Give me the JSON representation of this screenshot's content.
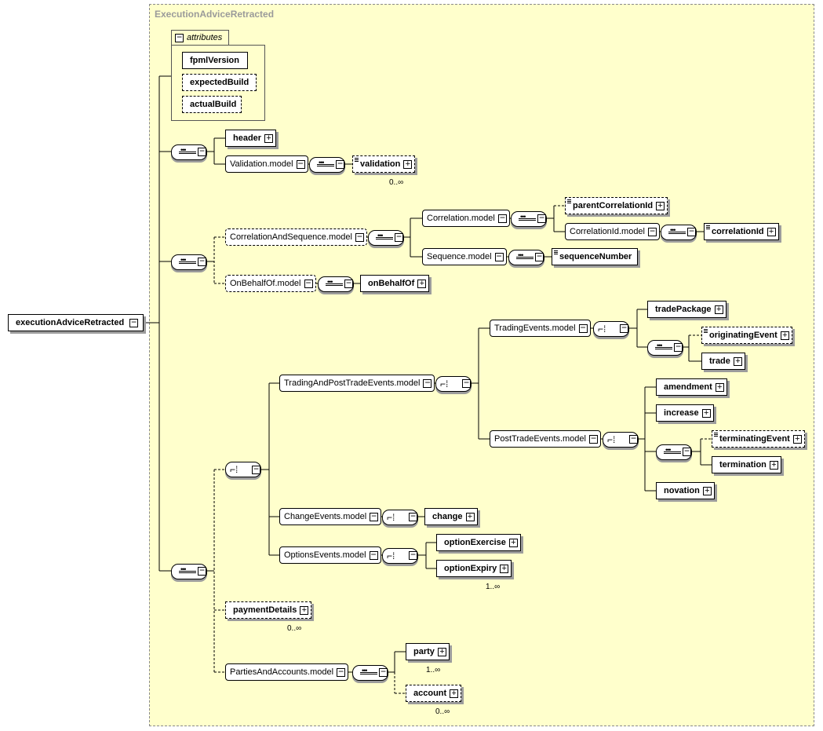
{
  "panel_title": "ExecutionAdviceRetracted",
  "root": "executionAdviceRetracted",
  "attributes": {
    "label": "attributes",
    "items": [
      "fpmlVersion",
      "expectedBuild",
      "actualBuild"
    ]
  },
  "elements": {
    "header": "header",
    "validation_model": "Validation.model",
    "validation": "validation",
    "correlation_and_sequence_model": "CorrelationAndSequence.model",
    "correlation_model": "Correlation.model",
    "parent_correlation_id": "parentCorrelationId",
    "correlation_id_model": "CorrelationId.model",
    "correlation_id": "correlationId",
    "sequence_model": "Sequence.model",
    "sequence_number": "sequenceNumber",
    "on_behalf_of_model": "OnBehalfOf.model",
    "on_behalf_of": "onBehalfOf",
    "trading_and_post_trade_events_model": "TradingAndPostTradeEvents.model",
    "trading_events_model": "TradingEvents.model",
    "trade_package": "tradePackage",
    "originating_event": "originatingEvent",
    "trade": "trade",
    "post_trade_events_model": "PostTradeEvents.model",
    "amendment": "amendment",
    "increase": "increase",
    "terminating_event": "terminatingEvent",
    "termination": "termination",
    "novation": "novation",
    "change_events_model": "ChangeEvents.model",
    "change": "change",
    "options_events_model": "OptionsEvents.model",
    "option_exercise": "optionExercise",
    "option_expiry": "optionExpiry",
    "payment_details": "paymentDetails",
    "parties_and_accounts_model": "PartiesAndAccounts.model",
    "party": "party",
    "account": "account"
  },
  "cardinalities": {
    "validation": "0..∞",
    "option_expiry": "1..∞",
    "payment_details": "0..∞",
    "party": "1..∞",
    "account": "0..∞"
  },
  "colors": {
    "panel": "#ffffcc",
    "shadow": "#9c9c9c",
    "title": "#9a9a9a"
  }
}
